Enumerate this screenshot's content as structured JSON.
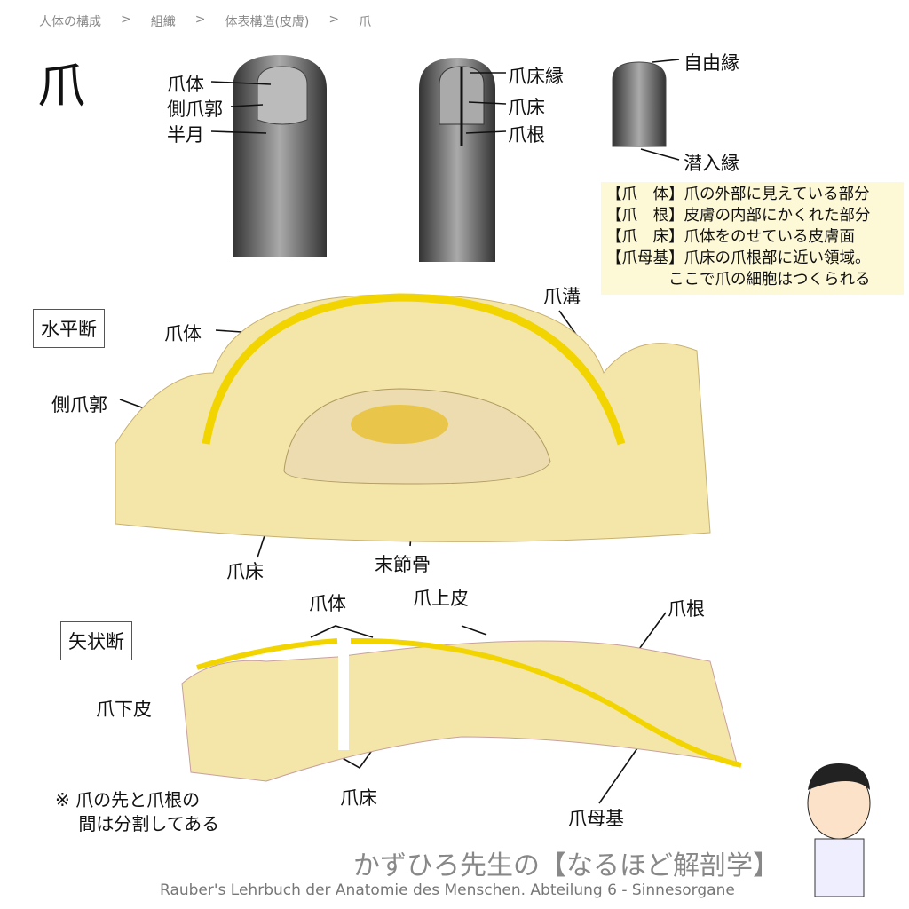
{
  "breadcrumb": [
    "人体の構成",
    ">",
    "組織",
    ">",
    "体表構造(皮膚)",
    ">",
    "爪"
  ],
  "title": "爪",
  "finger_labels": {
    "a": "爪体",
    "b": "側爪郭",
    "c": "半月",
    "d": "爪床縁",
    "e": "爪床",
    "f": "爪根",
    "g": "自由縁",
    "h": "潜入縁"
  },
  "info": [
    "【爪　体】爪の外部に見えている部分",
    "【爪　根】皮膚の内部にかくれた部分",
    "【爪　床】爪体をのせている皮膚面",
    "【爪母基】爪床の爪根部に近い領域。",
    "　　　　ここで爪の細胞はつくられる"
  ],
  "horizontal": {
    "title": "水平断",
    "a": "爪溝",
    "b": "爪体",
    "c": "側爪郭",
    "d": "爪床",
    "e": "末節骨"
  },
  "sagittal": {
    "title": "矢状断",
    "a": "爪体",
    "b": "爪上皮",
    "c": "爪根",
    "d": "爪下皮",
    "e": "爪床",
    "f": "爪母基"
  },
  "note": [
    "※ 爪の先と爪根の",
    "　 間は分割してある"
  ],
  "footer": {
    "brand": "かずひろ先生の【なるほど解剖学】",
    "source": "Rauber's Lehrbuch der Anatomie des Menschen. Abteilung 6 - Sinnesorgane"
  },
  "colors": {
    "nail": "#f2d400",
    "tissue": "#f3e6a8",
    "bone": "#ecdcb0",
    "skin": "#555"
  }
}
